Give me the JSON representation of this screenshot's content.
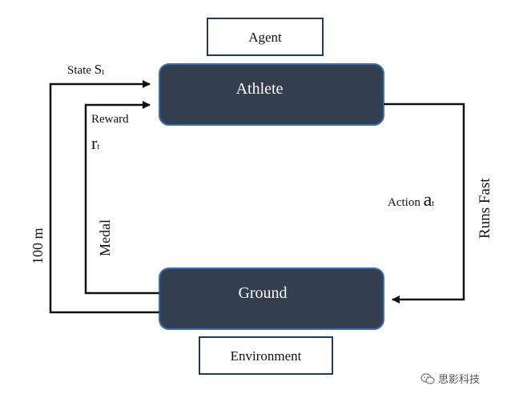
{
  "labels": {
    "agent": "Agent",
    "athlete": "Athlete",
    "ground": "Ground",
    "environment": "Environment",
    "state": "State",
    "state_symbol": "S",
    "state_sub": "t",
    "reward": "Reward",
    "reward_symbol": "r",
    "reward_sub": "t",
    "action": "Action",
    "action_symbol": "a",
    "action_sub": "t",
    "runs_fast": "Runs Fast",
    "medal": "Medal",
    "distance": "100 m"
  },
  "watermark": {
    "text": "思影科技",
    "icon": "wechat-icon"
  },
  "colors": {
    "dark_box": "#333f4f",
    "dark_box_border": "#3f6fb0",
    "outline_box_border": "#1f3a5c",
    "arrow": "#111111"
  }
}
